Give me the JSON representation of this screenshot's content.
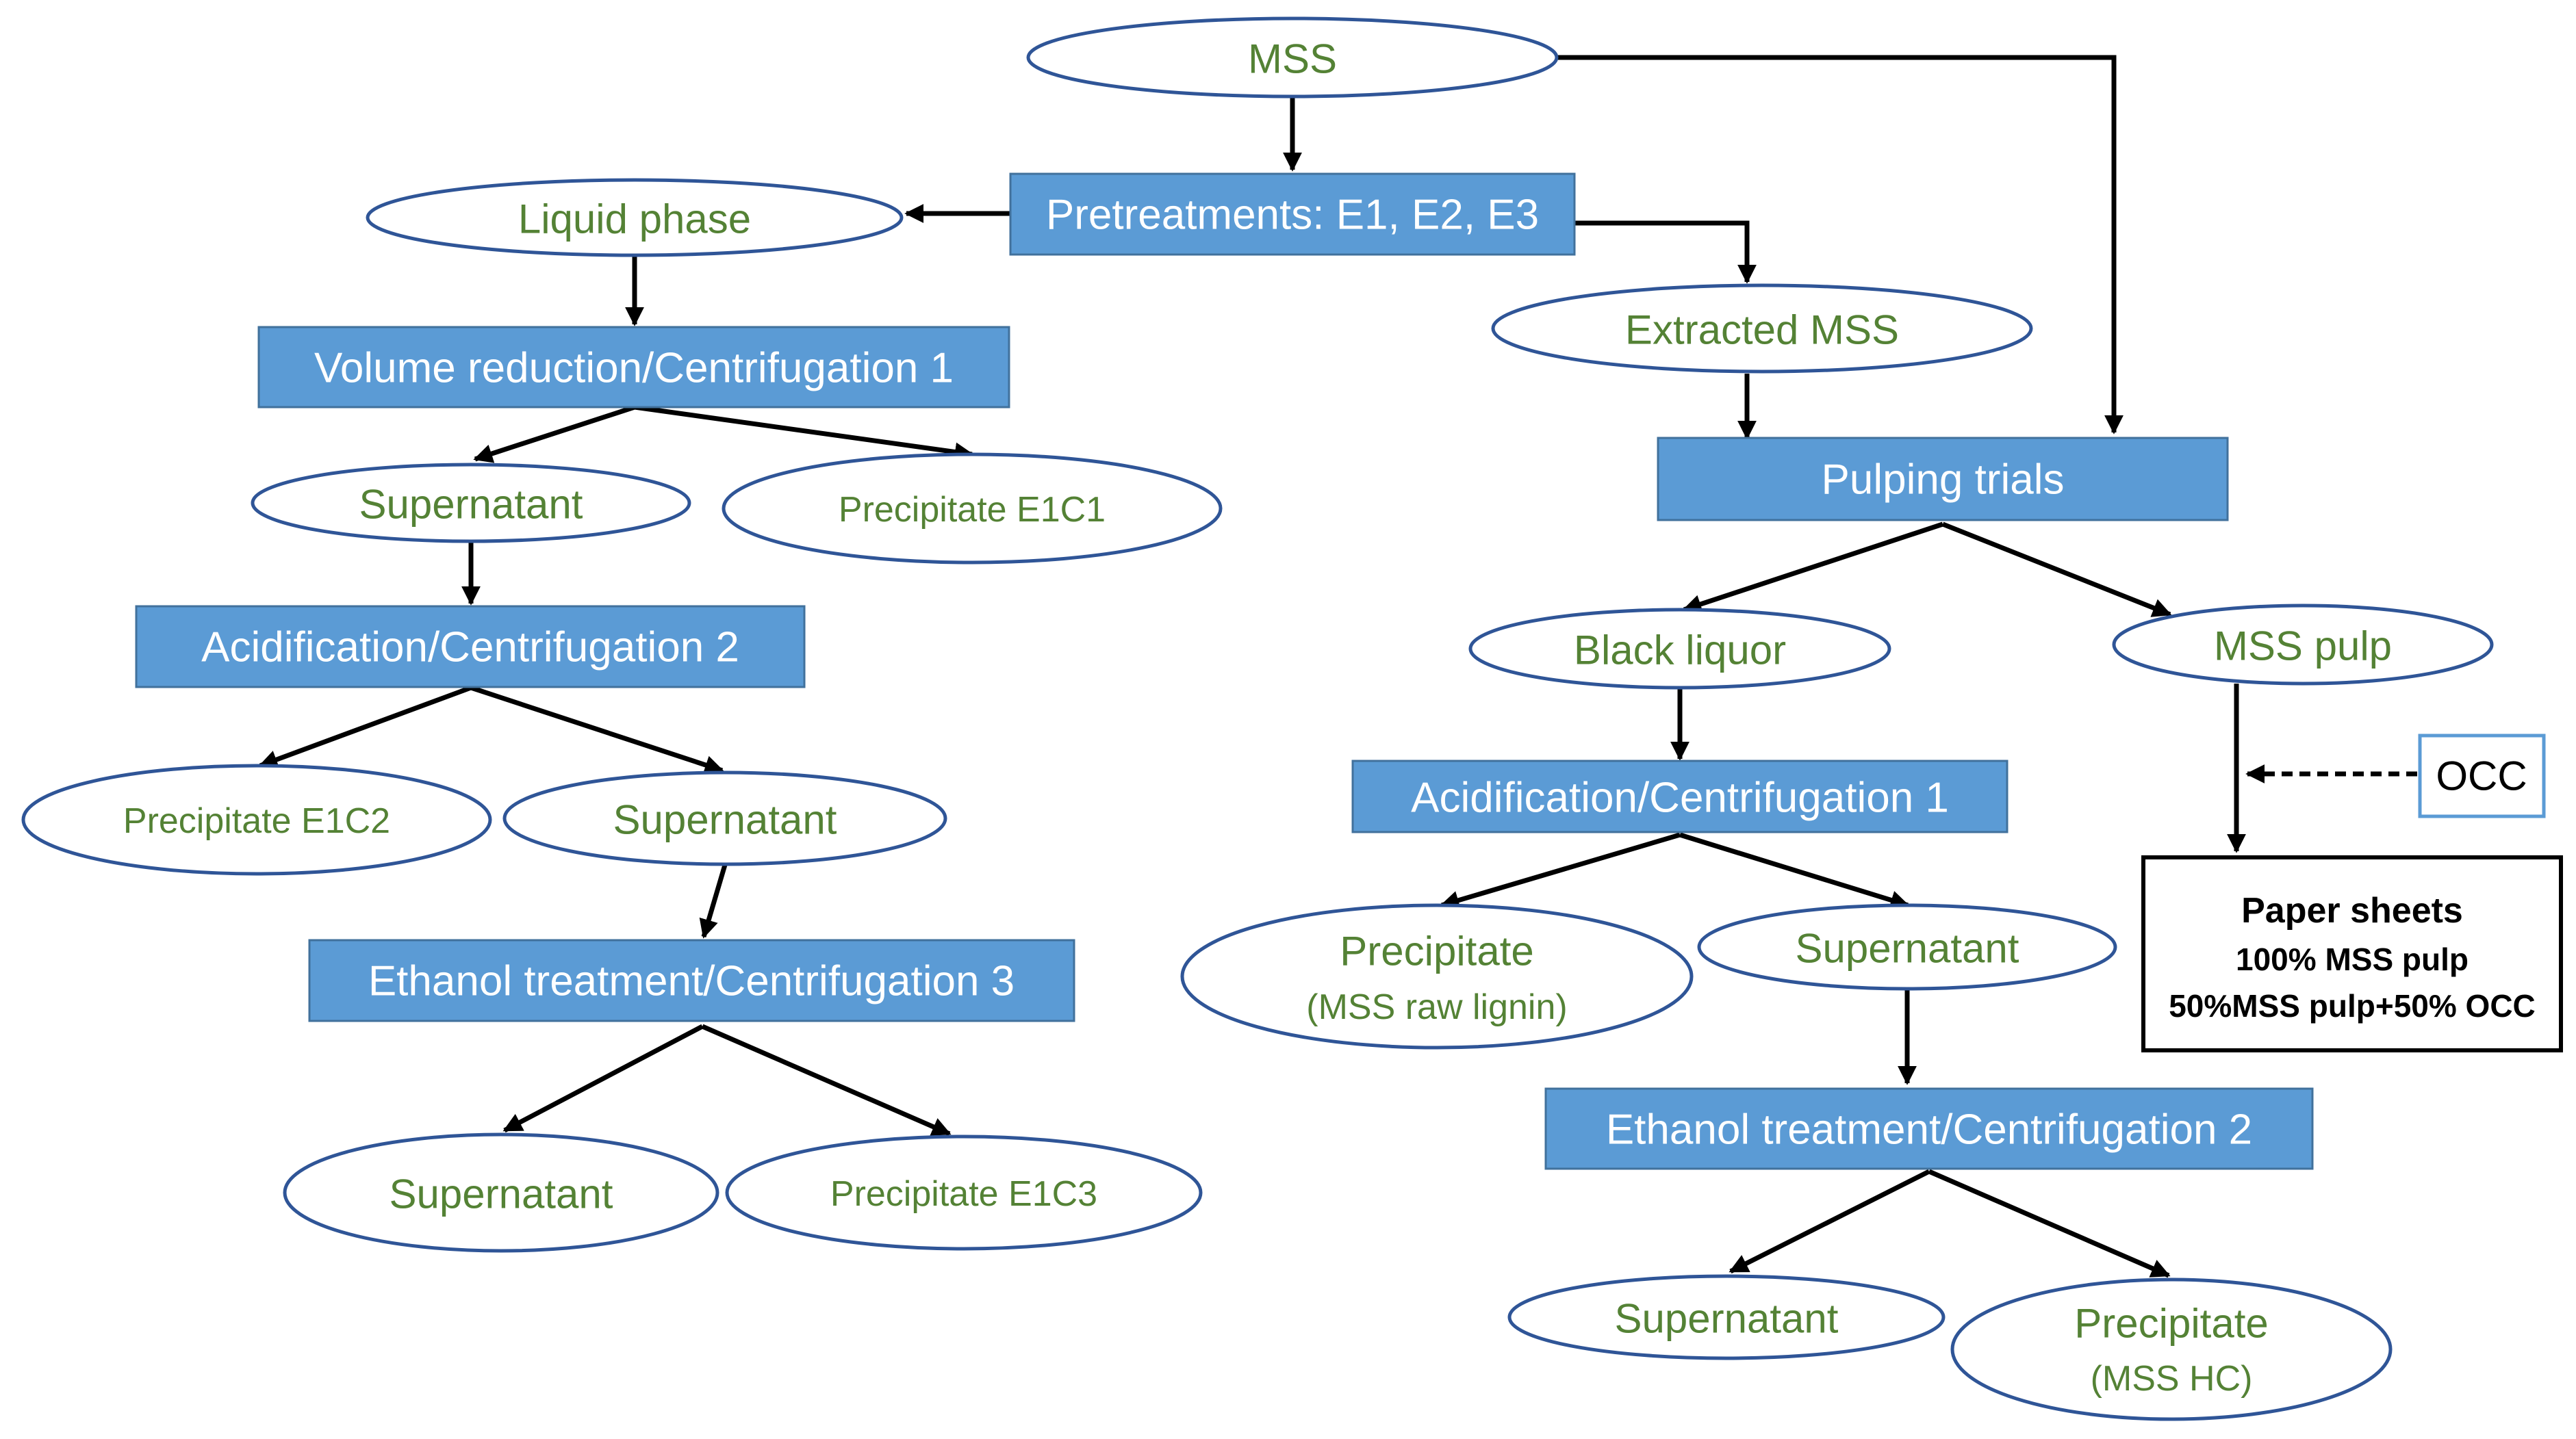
{
  "nodes": {
    "mss": "MSS",
    "pretreatments": "Pretreatments: E1, E2, E3",
    "liquid_phase": "Liquid phase",
    "volume_reduction": "Volume reduction/Centrifugation 1",
    "supernatant_1": "Supernatant",
    "precipitate_e1c1": "Precipitate E1C1",
    "acidification_2": "Acidification/Centrifugation 2",
    "precipitate_e1c2": "Precipitate E1C2",
    "supernatant_2": "Supernatant",
    "ethanol_3": "Ethanol treatment/Centrifugation 3",
    "supernatant_3": "Supernatant",
    "precipitate_e1c3": "Precipitate E1C3",
    "extracted_mss": "Extracted MSS",
    "pulping_trials": "Pulping trials",
    "black_liquor": "Black liquor",
    "mss_pulp": "MSS pulp",
    "occ": "OCC",
    "paper_sheets_title": "Paper sheets",
    "paper_sheets_line1": "100% MSS pulp",
    "paper_sheets_line2": "50%MSS pulp+50% OCC",
    "acidification_1": "Acidification/Centrifugation 1",
    "precipitate_lignin": "Precipitate",
    "precipitate_lignin_sub": "(MSS raw lignin)",
    "supernatant_4": "Supernatant",
    "ethanol_2": "Ethanol treatment/Centrifugation 2",
    "supernatant_5": "Supernatant",
    "precipitate_hc": "Precipitate",
    "precipitate_hc_sub": "(MSS HC)"
  },
  "colors": {
    "box_fill": "#5B9BD5",
    "ellipse_stroke": "#2F5597",
    "ellipse_text": "#548235",
    "arrow": "#000000"
  }
}
